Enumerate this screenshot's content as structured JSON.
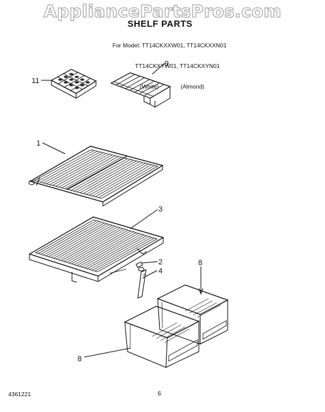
{
  "watermark": "AppliancePartsPros.com",
  "title": "SHELF PARTS",
  "models": {
    "line1": "For Model: TT14CKXXW01, TT14CKXXN01",
    "line2": "TT14CKXYW01, TT14CKXYN01",
    "line3_white": "(White)",
    "line3_almond": "(Almond)"
  },
  "callouts": {
    "c11": "11",
    "c9": "9",
    "c1": "1",
    "c3": "3",
    "c2": "2",
    "c4": "4",
    "c8_top": "8",
    "c8_bottom": "8"
  },
  "footer": {
    "code": "4361221",
    "page": "6"
  }
}
